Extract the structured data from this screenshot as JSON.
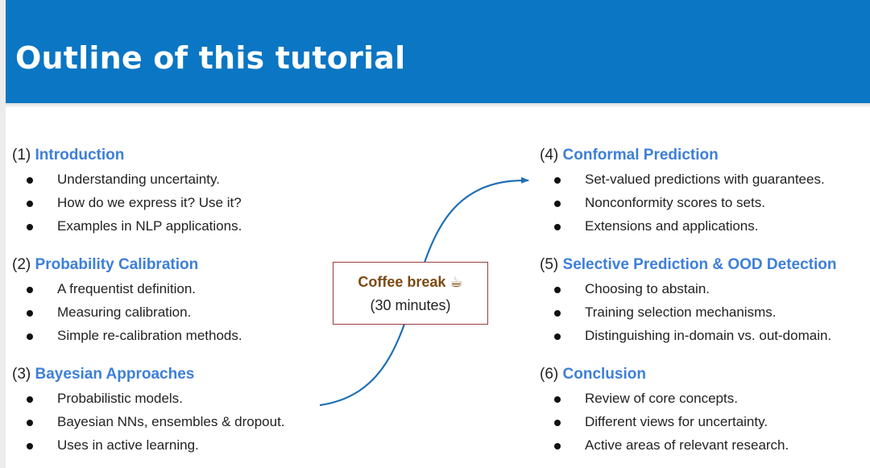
{
  "header": {
    "title": "Outline of this tutorial"
  },
  "sections": [
    {
      "number": "(1)",
      "title": "Introduction",
      "bullets": [
        "Understanding uncertainty.",
        "How do we express it? Use it?",
        "Examples in NLP applications."
      ]
    },
    {
      "number": "(2)",
      "title": "Probability Calibration",
      "bullets": [
        "A frequentist definition.",
        "Measuring calibration.",
        "Simple re-calibration methods."
      ]
    },
    {
      "number": "(3)",
      "title": "Bayesian Approaches",
      "bullets": [
        "Probabilistic models.",
        "Bayesian NNs, ensembles &  dropout.",
        "Uses in active learning."
      ]
    },
    {
      "number": "(4)",
      "title": "Conformal Prediction",
      "bullets": [
        "Set-valued predictions with guarantees.",
        "Nonconformity scores to sets.",
        "Extensions and applications."
      ]
    },
    {
      "number": "(5)",
      "title": "Selective Prediction & OOD Detection",
      "bullets": [
        "Choosing to abstain.",
        "Training selection mechanisms.",
        "Distinguishing in-domain vs. out-domain."
      ]
    },
    {
      "number": "(6)",
      "title": "Conclusion",
      "bullets": [
        "Review of core concepts.",
        "Different views for uncertainty.",
        "Active areas of relevant research."
      ]
    }
  ],
  "coffee_break": {
    "title": "Coffee break",
    "icon": "☕",
    "duration": "(30 minutes)"
  },
  "colors": {
    "header_bg": "#0b76c4",
    "section_title": "#3d7fd9",
    "arrow": "#1f6fb5",
    "coffee_box_border": "#9a3d3d",
    "coffee_title": "#7a4a12"
  }
}
